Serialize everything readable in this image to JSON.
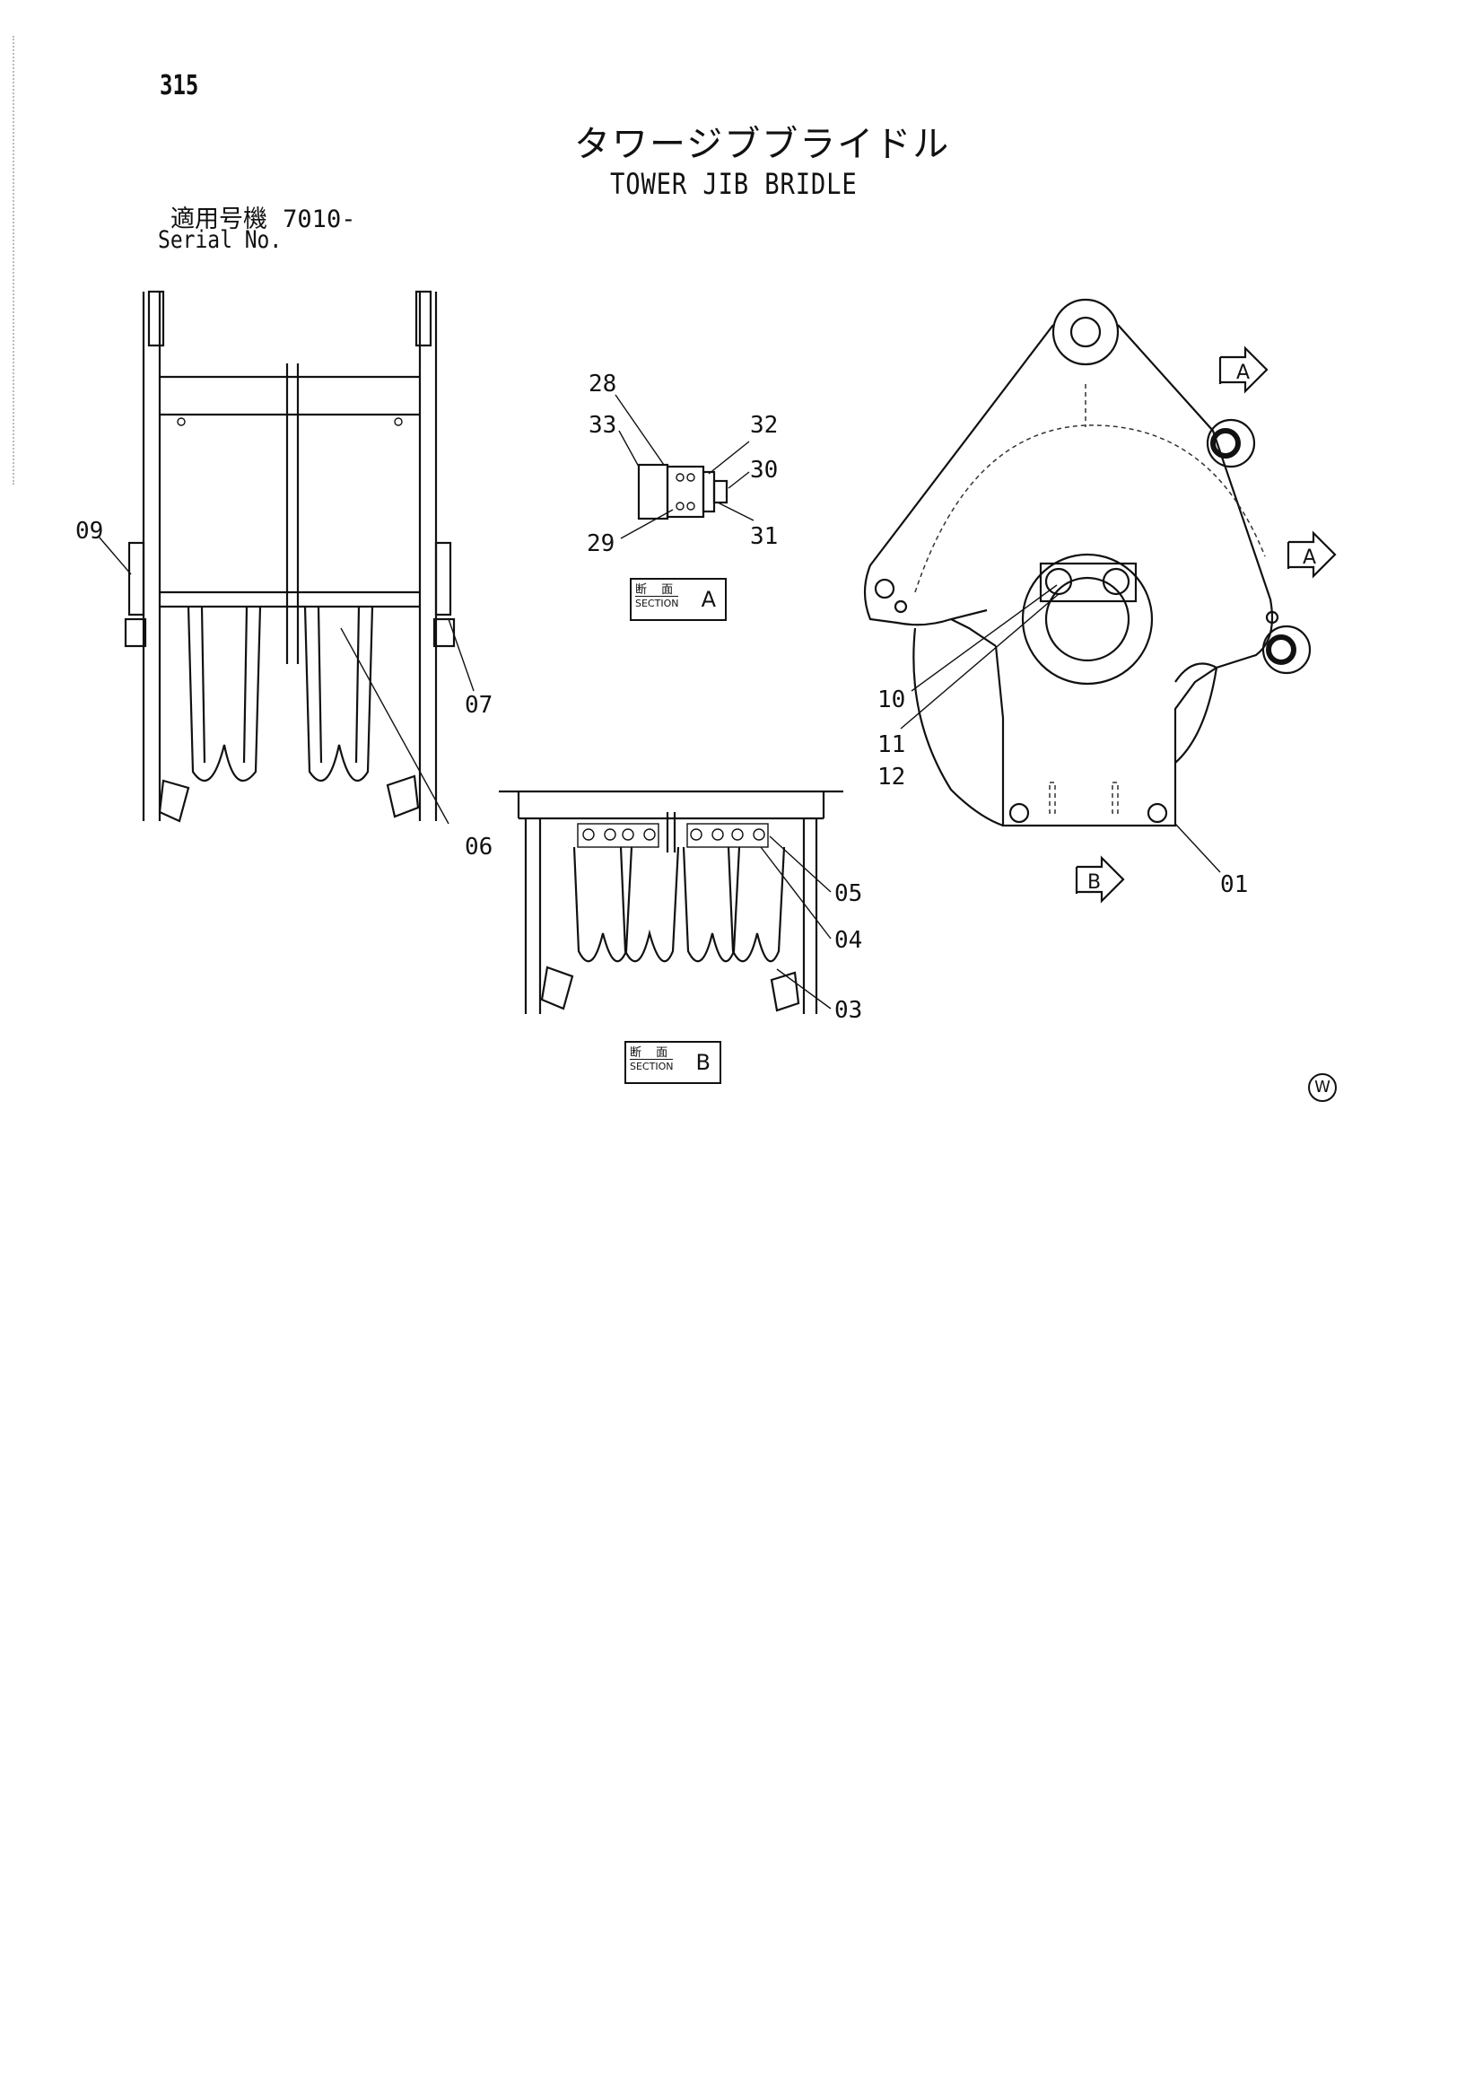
{
  "header": {
    "page_number": "315",
    "title_jp": "タワージブブライドル",
    "title_en": "TOWER JIB BRIDLE",
    "serial_label_jp": "適用号機",
    "serial_value": "7010-",
    "serial_label_en": "Serial No."
  },
  "callouts": {
    "c01": "01",
    "c03": "03",
    "c04": "04",
    "c05": "05",
    "c06": "06",
    "c07": "07",
    "c09": "09",
    "c10": "10",
    "c11": "11",
    "c12": "12",
    "c28": "28",
    "c29": "29",
    "c30": "30",
    "c31": "31",
    "c32": "32",
    "c33": "33"
  },
  "section_a": {
    "label_jp": "断 面",
    "label_en": "SECTION",
    "letter": "A"
  },
  "section_b": {
    "label_jp": "断 面",
    "label_en": "SECTION",
    "letter": "B"
  },
  "view_markers": {
    "a_top": "A",
    "a_side": "A",
    "b": "B"
  },
  "logo": {
    "text": "W"
  }
}
